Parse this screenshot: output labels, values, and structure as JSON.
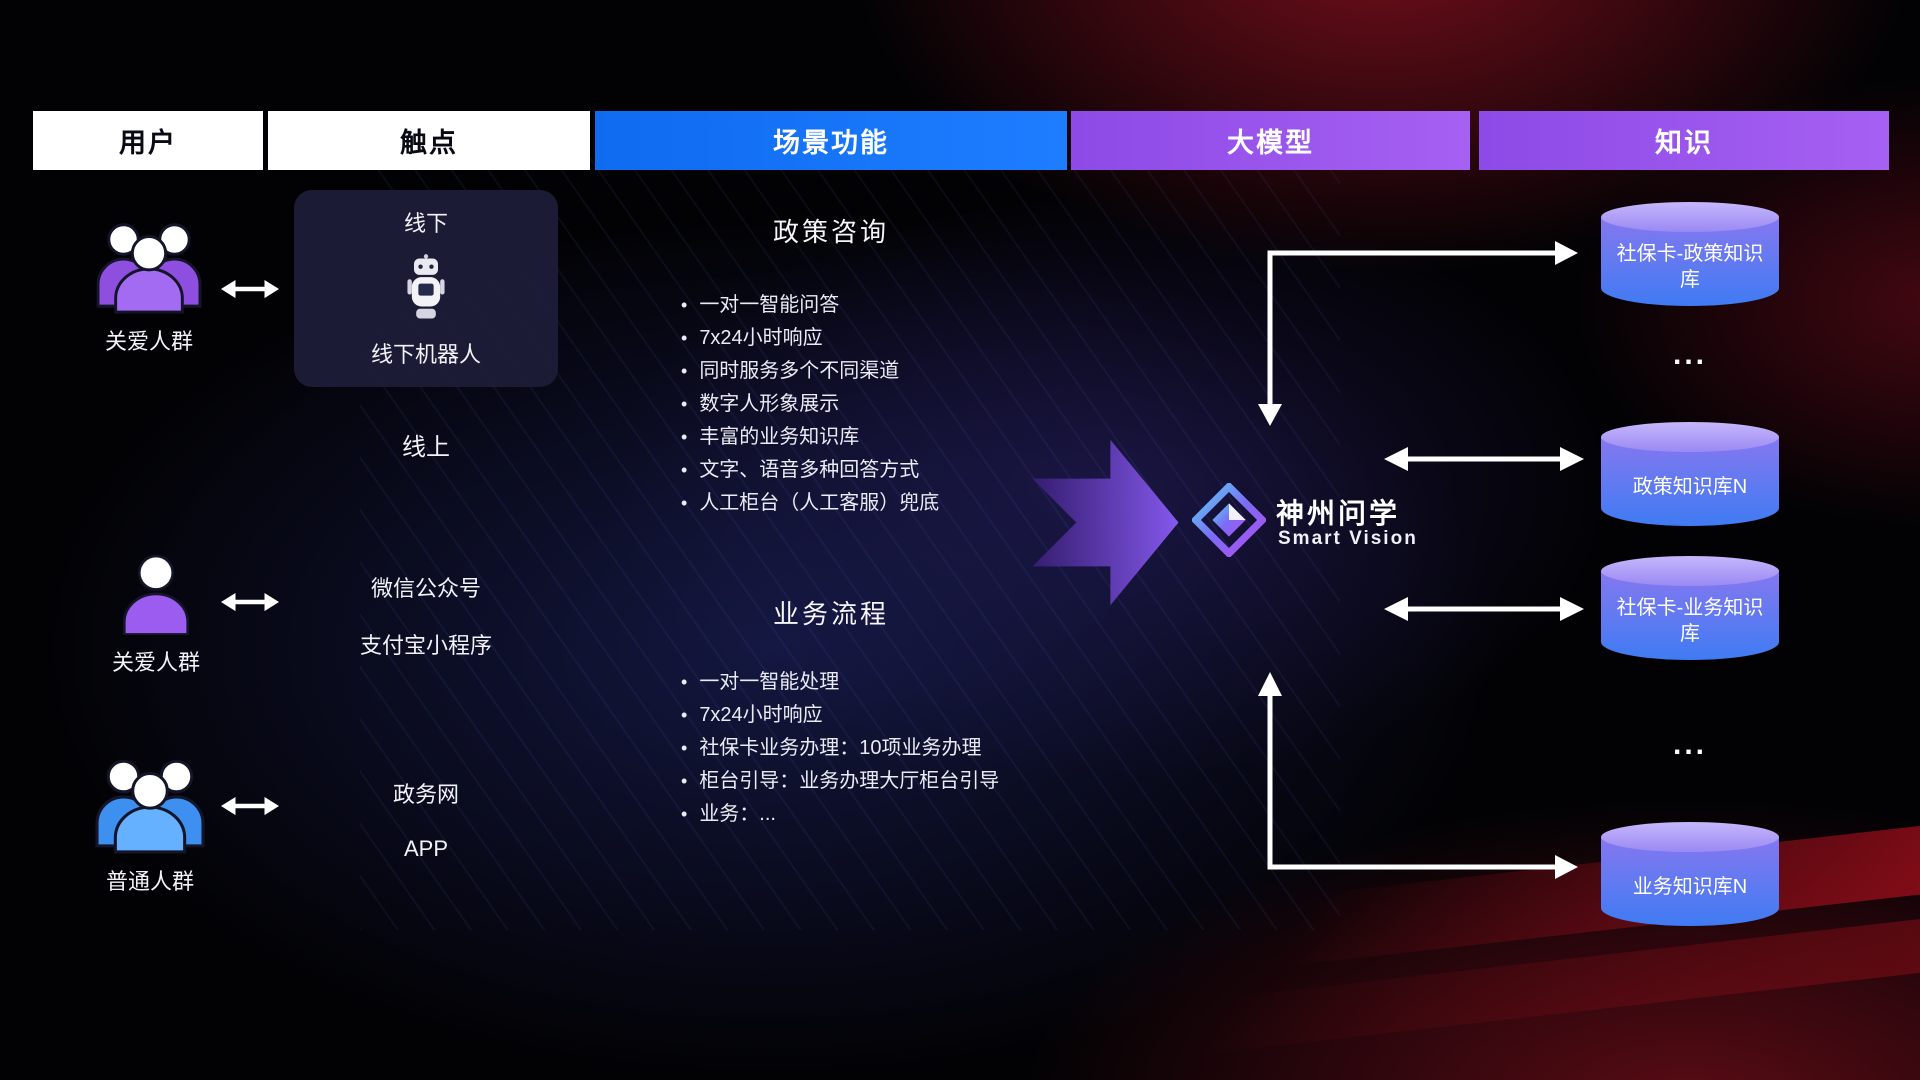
{
  "headers": [
    {
      "label": "用户"
    },
    {
      "label": "触点"
    },
    {
      "label": "场景功能"
    },
    {
      "label": "大模型"
    },
    {
      "label": "知识"
    }
  ],
  "users": [
    {
      "label": "关爱人群"
    },
    {
      "label": "关爱人群"
    },
    {
      "label": "普通人群"
    }
  ],
  "touchpoints": {
    "offline_title": "线下",
    "offline_robot_label": "线下机器人",
    "online_title": "线上",
    "channels": [
      "微信公众号",
      "支付宝小程序",
      "政务网",
      "APP"
    ]
  },
  "scenes": [
    {
      "title": "政策咨询",
      "items": [
        "一对一智能问答",
        "7x24小时响应",
        "同时服务多个不同渠道",
        "数字人形象展示",
        "丰富的业务知识库",
        "文字、语音多种回答方式",
        "人工柜台（人工客服）兜底"
      ]
    },
    {
      "title": "业务流程",
      "items": [
        "一对一智能处理",
        "7x24小时响应",
        "社保卡业务办理：10项业务办理",
        "柜台引导：业务办理大厅柜台引导",
        "业务：..."
      ]
    }
  ],
  "model": {
    "name": "神州问学",
    "subtitle": "Smart Vision"
  },
  "knowledge": {
    "databases": [
      {
        "label": "社保卡-政策知识库"
      },
      {
        "label": "政策知识库N"
      },
      {
        "label": "社保卡-业务知识库"
      },
      {
        "label": "业务知识库N"
      }
    ],
    "ellipsis": "..."
  },
  "colors": {
    "header_blue": "#1473ff",
    "header_purple": "#9a55ec",
    "user_purple": "#9d5cf0",
    "user_blue": "#4da3ff",
    "db_body_top": "#8678ef",
    "db_body_bottom": "#3f7bf3",
    "flow_arrow_purple": "#8b5cf6"
  }
}
